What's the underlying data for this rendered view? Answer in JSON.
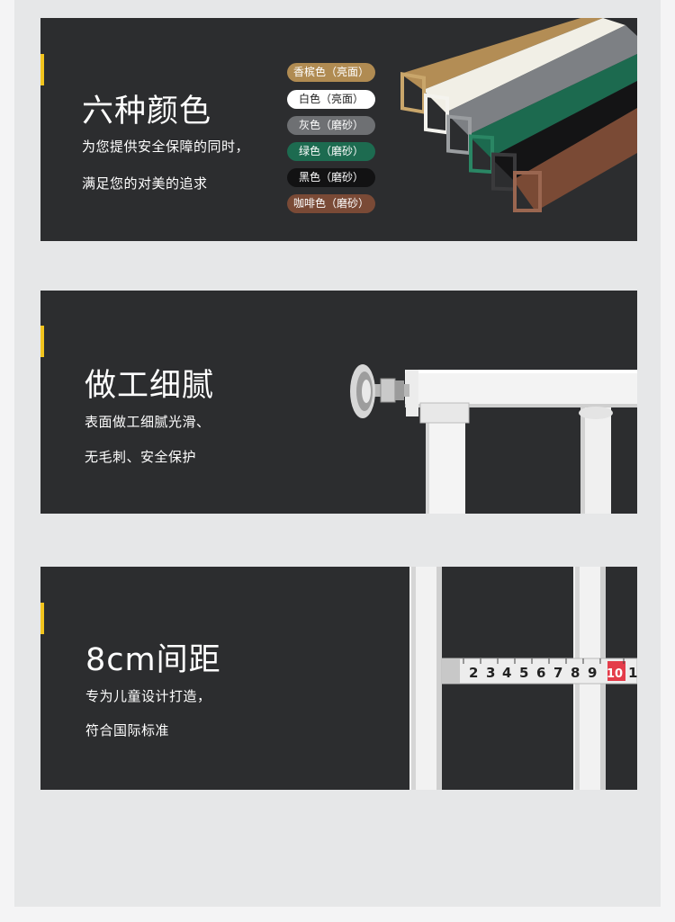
{
  "colors": {
    "page_bg": "#e6e7e8",
    "panel_bg": "#2c2d2f",
    "accent": "#f2c41d",
    "text": "#ffffff"
  },
  "section_colors": {
    "title": "六种颜色",
    "lines": [
      "为您提供安全保障的同时，",
      "满足您的对美的追求"
    ],
    "swatches": [
      {
        "label": "香槟色（亮面）",
        "bg": "#b08b52",
        "fg": "#ffffff"
      },
      {
        "label": "白色（亮面）",
        "bg": "#ffffff",
        "fg": "#222222"
      },
      {
        "label": "灰色（磨砂）",
        "bg": "#6e7073",
        "fg": "#ffffff"
      },
      {
        "label": "绿色（磨砂）",
        "bg": "#1d6b50",
        "fg": "#ffffff"
      },
      {
        "label": "黑色（磨砂）",
        "bg": "#121213",
        "fg": "#ffffff"
      },
      {
        "label": "咖啡色（磨砂）",
        "bg": "#7a4a36",
        "fg": "#ffffff"
      }
    ]
  },
  "section_craft": {
    "title": "做工细腻",
    "lines": [
      "表面做工细腻光滑、",
      "无毛刺、安全保护"
    ]
  },
  "section_spacing": {
    "title": "8cm间距",
    "lines": [
      "专为儿童设计打造，",
      "符合国际标准"
    ],
    "ruler_numbers": [
      "2",
      "3",
      "4",
      "5",
      "6",
      "7",
      "8",
      "9",
      "10",
      "1"
    ]
  }
}
